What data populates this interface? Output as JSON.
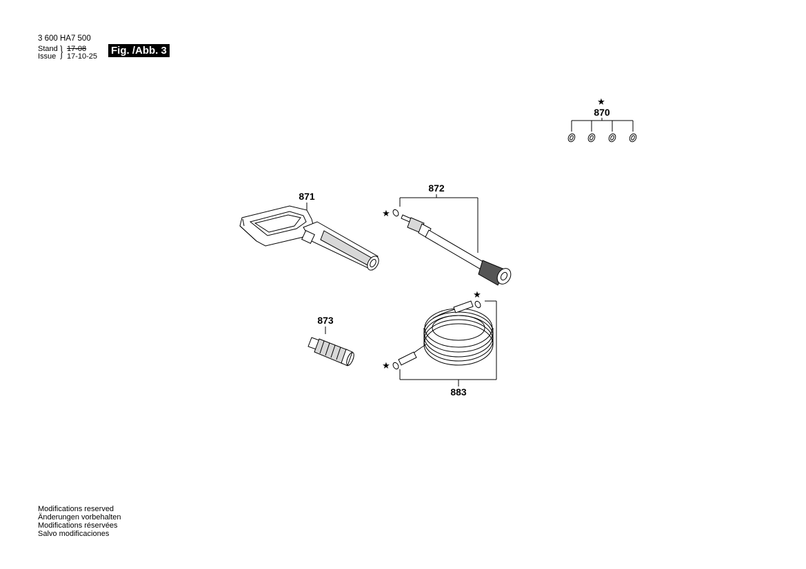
{
  "header": {
    "code": "3 600 HA7 500",
    "stand_label": "Stand",
    "issue_label": "Issue",
    "stand_date": "17-08",
    "issue_date": "17-10-25",
    "figure": "Fig. /Abb. 3"
  },
  "parts": {
    "p870": "870",
    "p871": "871",
    "p872": "872",
    "p873": "873",
    "p883": "883",
    "star": "★"
  },
  "notes": [
    "Modifications reserved",
    "Änderungen vorbehalten",
    "Modifications réservées",
    "Salvo modificaciones"
  ]
}
